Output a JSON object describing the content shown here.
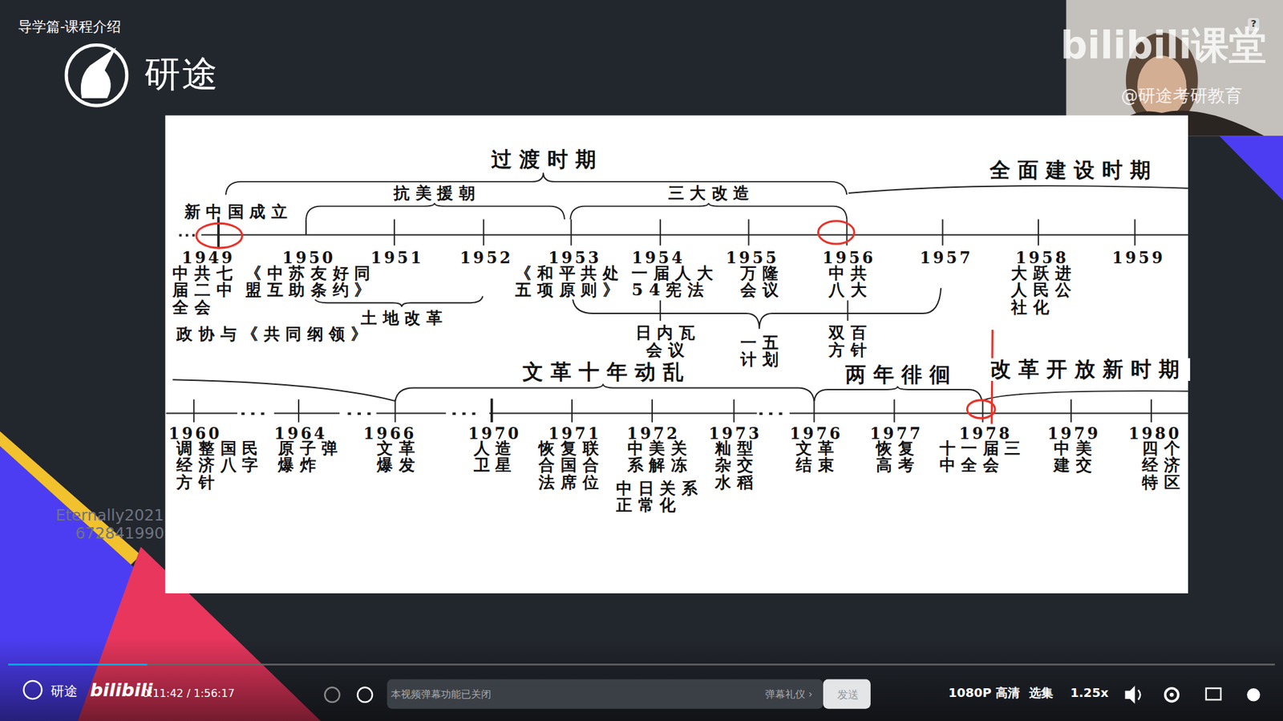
{
  "diagram": {
    "labels": [
      "导学篇-课程介绍",
      "研途",
      "bilibili课堂",
      "@研途考研教育",
      "?",
      "Eternally2021",
      "672841990",
      "研途",
      "bilibili",
      "0:11:42 / 1:56:17",
      "本视频弹幕功能已关闭",
      "弹幕礼仪 ›",
      "发送",
      "1080P 高清",
      "选集",
      "1.25x",
      "过渡时期",
      "全面建设时期",
      "抗美援朝",
      "三大改造",
      "新中国成立",
      "1949",
      "1950",
      "1951",
      "1952",
      "1953",
      "1954",
      "1955",
      "1956",
      "1957",
      "1958",
      "1959",
      "中共七 届二中 全会",
      "《中苏友好同 盟互助条约》",
      "《和平共处 五项原则》",
      "一届人大 54宪法",
      "万隆 会议",
      "中共 八大",
      "大跃进 人民公 社化",
      "土地改革",
      "政协与《共同纲领》",
      "日内瓦 会议",
      "一五 计划",
      "双百 方针",
      "文革十年动乱",
      "两年徘徊",
      "改革开放新时期",
      "1960",
      "1964",
      "1966",
      "1970",
      "1971",
      "1972",
      "1973",
      "1976",
      "1977",
      "1978",
      "1979",
      "1980",
      "调整国民 经济八字 方针",
      "原子弹 爆炸",
      "文革 爆发",
      "人造 卫星",
      "恢复联 合国合 法席位",
      "中美关 系解冻",
      "中日关系 正常化",
      "籼型 杂交 水稻",
      "文革 结束",
      "恢复 高考",
      "十一届三 中全会",
      "中美 建交",
      "四个 经济 特区"
    ]
  }
}
